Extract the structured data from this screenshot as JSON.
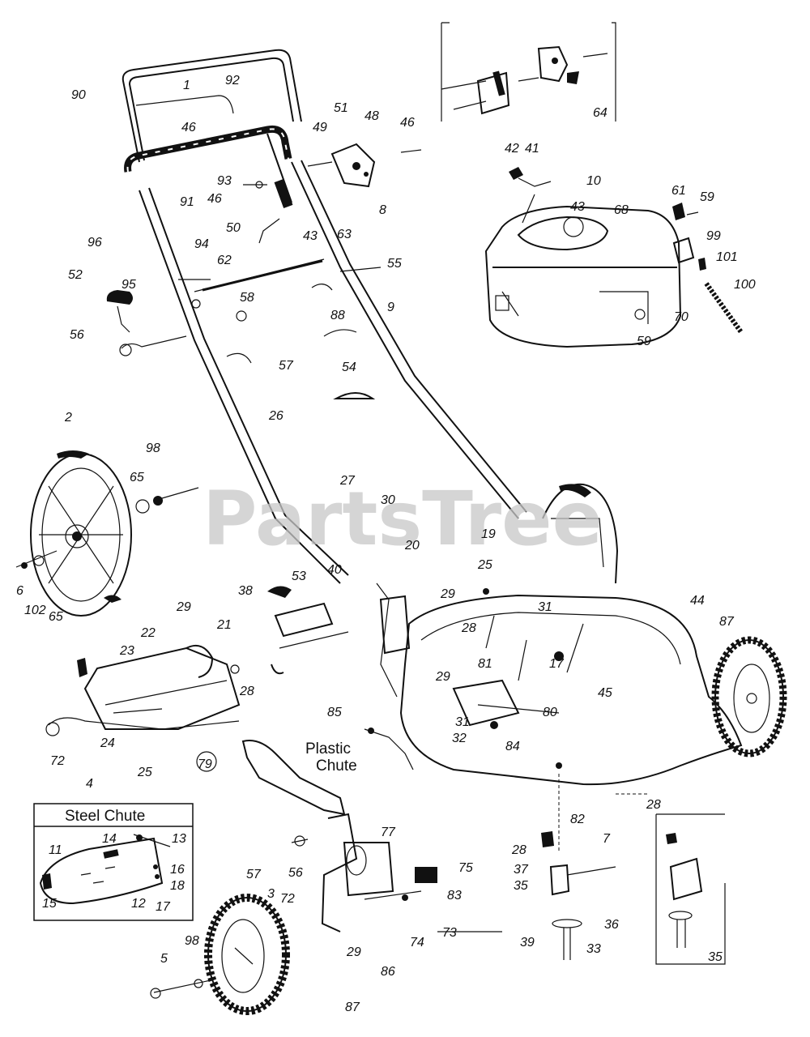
{
  "watermark": "PartsTree",
  "insets": {
    "steel_chute_title": "Steel Chute",
    "plastic_chute_line1": "Plastic",
    "plastic_chute_line2": "Chute"
  },
  "labels": {
    "l90": "90",
    "l1a": "1",
    "l92": "92",
    "l46a": "46",
    "l51": "51",
    "l48": "48",
    "l46b": "46",
    "l49": "49",
    "l64": "64",
    "l42": "42",
    "l41": "41",
    "l10": "10",
    "l93": "93",
    "l91": "91",
    "l46c": "46",
    "l8": "8",
    "l43a": "43",
    "l68": "68",
    "l61": "61",
    "l59a": "59",
    "l96": "96",
    "l50": "50",
    "l43b": "43",
    "l63": "63",
    "l99": "99",
    "l52": "52",
    "l94": "94",
    "l62": "62",
    "l55": "55",
    "l101": "101",
    "l100": "100",
    "l95": "95",
    "l58": "58",
    "l9": "9",
    "l88": "88",
    "l70": "70",
    "l59b": "59",
    "l56a": "56",
    "l57a": "57",
    "l54": "54",
    "l2": "2",
    "l26": "26",
    "l98a": "98",
    "l65a": "65",
    "l27": "27",
    "l30": "30",
    "l20": "20",
    "l19": "19",
    "l6": "6",
    "l102": "102",
    "l65b": "65",
    "l38": "38",
    "l53": "53",
    "l40": "40",
    "l25a": "25",
    "l29a": "29",
    "l44": "44",
    "l29b": "29",
    "l31a": "31",
    "l87a": "87",
    "l22": "22",
    "l21": "21",
    "l23": "23",
    "l28a": "28",
    "l81": "81",
    "l17a": "17",
    "l28b": "28",
    "l29c": "29",
    "l45": "45",
    "l85": "85",
    "l80": "80",
    "l31b": "31",
    "l32": "32",
    "l84": "84",
    "l24": "24",
    "l72a": "72",
    "l25b": "25",
    "l79": "79",
    "l4": "4",
    "l28c": "28",
    "l82": "82",
    "l14": "14",
    "l13": "13",
    "l11": "11",
    "l16": "16",
    "l18": "18",
    "l15": "15",
    "l12": "12",
    "l17b": "17",
    "l7": "7",
    "l77": "77",
    "l28d": "28",
    "l57b": "57",
    "l56b": "56",
    "l75": "75",
    "l37": "37",
    "l35a": "35",
    "l3": "3",
    "l72b": "72",
    "l83": "83",
    "l36": "36",
    "l98b": "98",
    "l73": "73",
    "l39": "39",
    "l33": "33",
    "l5": "5",
    "l29d": "29",
    "l74": "74",
    "l35b": "35",
    "l86": "86",
    "l87b": "87"
  }
}
